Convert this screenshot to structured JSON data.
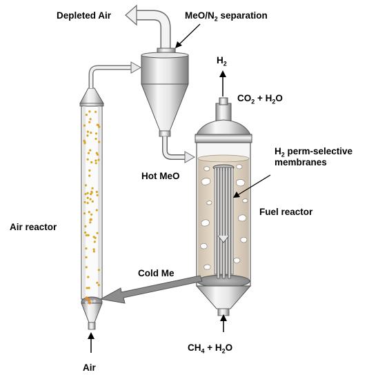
{
  "labels": {
    "depleted_air": "Depleted Air",
    "separation_pre": "MeO/N",
    "separation_sub": "2",
    "separation_post": " separation",
    "h2_main": "H",
    "h2_sub": "2",
    "co2_pre": "CO",
    "co2_sub": "2",
    "co2_post": " + H",
    "co2_sub2": "2",
    "co2_end": "O",
    "membranes_pre": "H",
    "membranes_sub": "2",
    "membranes_post": " perm-selective",
    "membranes_line2": "membranes",
    "hot_meo": "Hot MeO",
    "fuel_reactor": "Fuel reactor",
    "air_reactor": "Air reactor",
    "cold_me": "Cold Me",
    "ch4_pre": "CH",
    "ch4_sub": "4",
    "ch4_post": " + H",
    "ch4_sub2": "2",
    "ch4_end": "O",
    "air": "Air"
  },
  "colors": {
    "steel_light": "#f4f4f4",
    "steel_dark": "#8a8a8a",
    "bed_fill": "#efe3d2",
    "particle": "#d9a520",
    "arrow_gray": "#8c8c8c"
  }
}
